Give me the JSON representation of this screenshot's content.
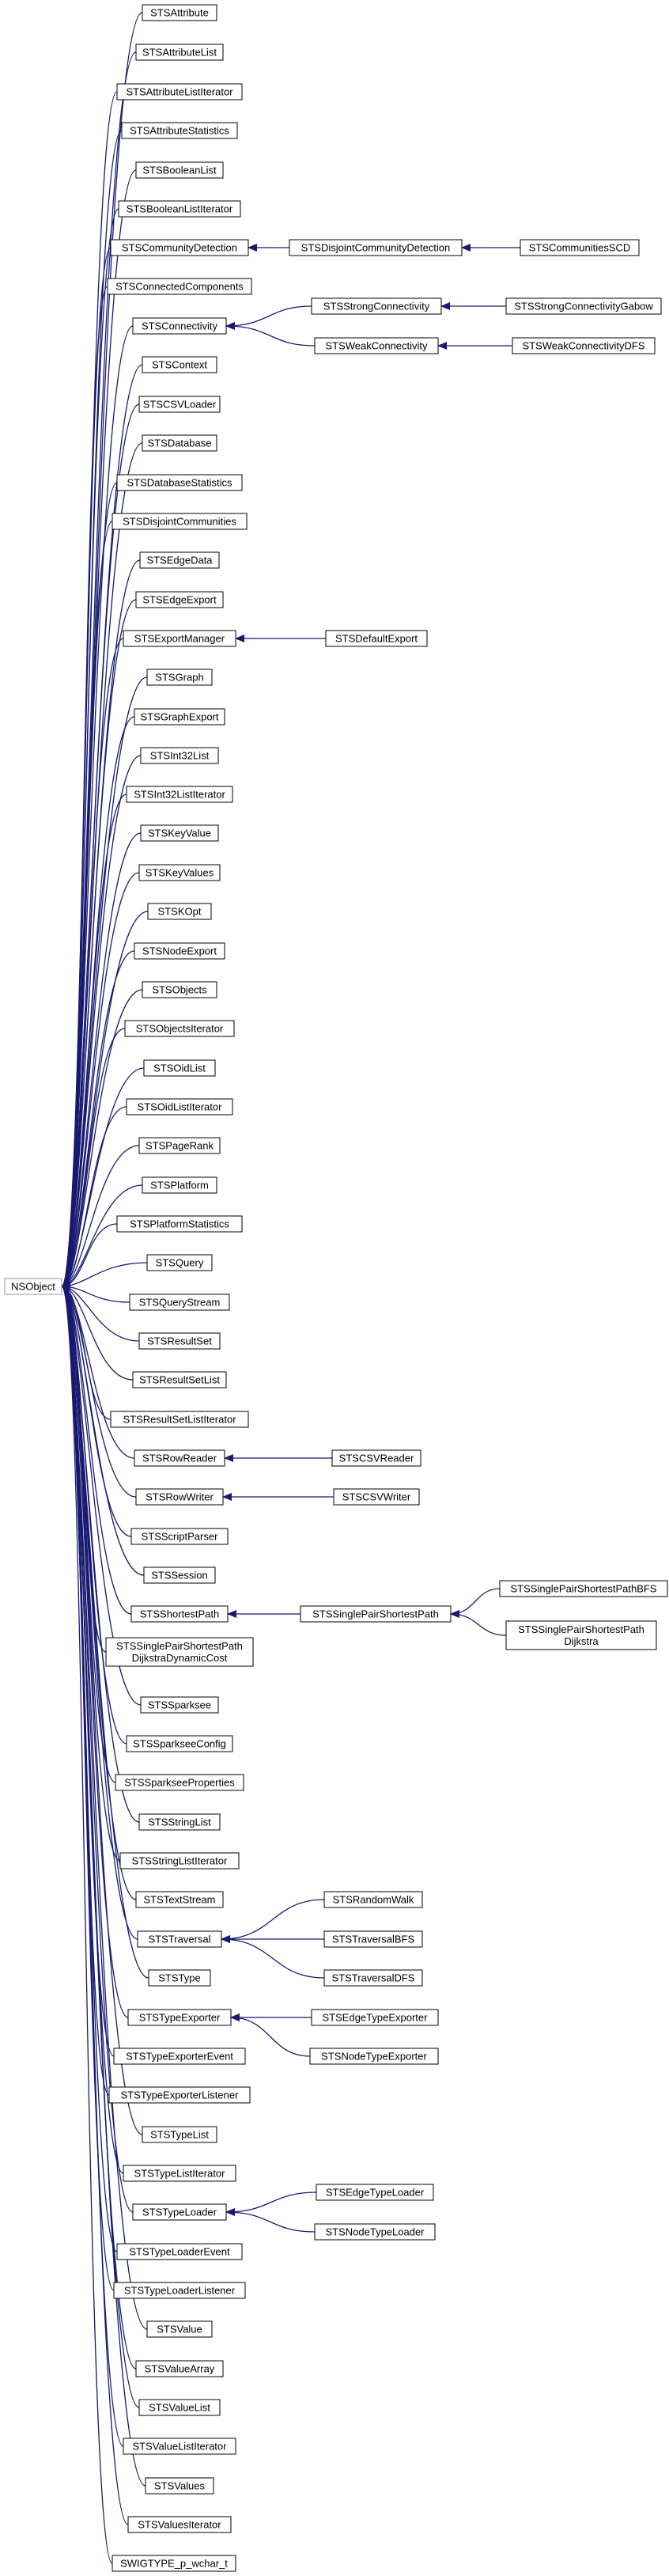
{
  "diagram": {
    "root": "NSObject",
    "nodes": [
      {
        "id": "NSObject",
        "label": [
          "NSObject"
        ]
      },
      {
        "id": "STSAttribute",
        "label": [
          "STSAttribute"
        ]
      },
      {
        "id": "STSAttributeList",
        "label": [
          "STSAttributeList"
        ]
      },
      {
        "id": "STSAttributeListIterator",
        "label": [
          "STSAttributeListIterator"
        ]
      },
      {
        "id": "STSAttributeStatistics",
        "label": [
          "STSAttributeStatistics"
        ]
      },
      {
        "id": "STSBooleanList",
        "label": [
          "STSBooleanList"
        ]
      },
      {
        "id": "STSBooleanListIterator",
        "label": [
          "STSBooleanListIterator"
        ]
      },
      {
        "id": "STSCommunityDetection",
        "label": [
          "STSCommunityDetection"
        ]
      },
      {
        "id": "STSDisjointCommunityDetection",
        "label": [
          "STSDisjointCommunityDetection"
        ]
      },
      {
        "id": "STSCommunitiesSCD",
        "label": [
          "STSCommunitiesSCD"
        ]
      },
      {
        "id": "STSConnectedComponents",
        "label": [
          "STSConnectedComponents"
        ]
      },
      {
        "id": "STSConnectivity",
        "label": [
          "STSConnectivity"
        ]
      },
      {
        "id": "STSStrongConnectivity",
        "label": [
          "STSStrongConnectivity"
        ]
      },
      {
        "id": "STSStrongConnectivityGabow",
        "label": [
          "STSStrongConnectivityGabow"
        ]
      },
      {
        "id": "STSWeakConnectivity",
        "label": [
          "STSWeakConnectivity"
        ]
      },
      {
        "id": "STSWeakConnectivityDFS",
        "label": [
          "STSWeakConnectivityDFS"
        ]
      },
      {
        "id": "STSContext",
        "label": [
          "STSContext"
        ]
      },
      {
        "id": "STSCSVLoader",
        "label": [
          "STSCSVLoader"
        ]
      },
      {
        "id": "STSDatabase",
        "label": [
          "STSDatabase"
        ]
      },
      {
        "id": "STSDatabaseStatistics",
        "label": [
          "STSDatabaseStatistics"
        ]
      },
      {
        "id": "STSDisjointCommunities",
        "label": [
          "STSDisjointCommunities"
        ]
      },
      {
        "id": "STSEdgeData",
        "label": [
          "STSEdgeData"
        ]
      },
      {
        "id": "STSEdgeExport",
        "label": [
          "STSEdgeExport"
        ]
      },
      {
        "id": "STSExportManager",
        "label": [
          "STSExportManager"
        ]
      },
      {
        "id": "STSDefaultExport",
        "label": [
          "STSDefaultExport"
        ]
      },
      {
        "id": "STSGraph",
        "label": [
          "STSGraph"
        ]
      },
      {
        "id": "STSGraphExport",
        "label": [
          "STSGraphExport"
        ]
      },
      {
        "id": "STSInt32List",
        "label": [
          "STSInt32List"
        ]
      },
      {
        "id": "STSInt32ListIterator",
        "label": [
          "STSInt32ListIterator"
        ]
      },
      {
        "id": "STSKeyValue",
        "label": [
          "STSKeyValue"
        ]
      },
      {
        "id": "STSKeyValues",
        "label": [
          "STSKeyValues"
        ]
      },
      {
        "id": "STSKOpt",
        "label": [
          "STSKOpt"
        ]
      },
      {
        "id": "STSNodeExport",
        "label": [
          "STSNodeExport"
        ]
      },
      {
        "id": "STSObjects",
        "label": [
          "STSObjects"
        ]
      },
      {
        "id": "STSObjectsIterator",
        "label": [
          "STSObjectsIterator"
        ]
      },
      {
        "id": "STSOidList",
        "label": [
          "STSOidList"
        ]
      },
      {
        "id": "STSOidListIterator",
        "label": [
          "STSOidListIterator"
        ]
      },
      {
        "id": "STSPageRank",
        "label": [
          "STSPageRank"
        ]
      },
      {
        "id": "STSPlatform",
        "label": [
          "STSPlatform"
        ]
      },
      {
        "id": "STSPlatformStatistics",
        "label": [
          "STSPlatformStatistics"
        ]
      },
      {
        "id": "STSQuery",
        "label": [
          "STSQuery"
        ]
      },
      {
        "id": "STSQueryStream",
        "label": [
          "STSQueryStream"
        ]
      },
      {
        "id": "STSResultSet",
        "label": [
          "STSResultSet"
        ]
      },
      {
        "id": "STSResultSetList",
        "label": [
          "STSResultSetList"
        ]
      },
      {
        "id": "STSResultSetListIterator",
        "label": [
          "STSResultSetListIterator"
        ]
      },
      {
        "id": "STSRowReader",
        "label": [
          "STSRowReader"
        ]
      },
      {
        "id": "STSCSVReader",
        "label": [
          "STSCSVReader"
        ]
      },
      {
        "id": "STSRowWriter",
        "label": [
          "STSRowWriter"
        ]
      },
      {
        "id": "STSCSVWriter",
        "label": [
          "STSCSVWriter"
        ]
      },
      {
        "id": "STSScriptParser",
        "label": [
          "STSScriptParser"
        ]
      },
      {
        "id": "STSSession",
        "label": [
          "STSSession"
        ]
      },
      {
        "id": "STSShortestPath",
        "label": [
          "STSShortestPath"
        ]
      },
      {
        "id": "STSSinglePairShortestPath",
        "label": [
          "STSSinglePairShortestPath"
        ]
      },
      {
        "id": "STSSinglePairShortestPathBFS",
        "label": [
          "STSSinglePairShortestPathBFS"
        ]
      },
      {
        "id": "STSSinglePairShortestPathDijkstra",
        "label": [
          "STSSinglePairShortestPath",
          "Dijkstra"
        ]
      },
      {
        "id": "STSSinglePairShortestPathDijkstraDynamicCost",
        "label": [
          "STSSinglePairShortestPath",
          "DijkstraDynamicCost"
        ]
      },
      {
        "id": "STSSparksee",
        "label": [
          "STSSparksee"
        ]
      },
      {
        "id": "STSSparkseeConfig",
        "label": [
          "STSSparkseeConfig"
        ]
      },
      {
        "id": "STSSparkseeProperties",
        "label": [
          "STSSparkseeProperties"
        ]
      },
      {
        "id": "STSStringList",
        "label": [
          "STSStringList"
        ]
      },
      {
        "id": "STSStringListIterator",
        "label": [
          "STSStringListIterator"
        ]
      },
      {
        "id": "STSTextStream",
        "label": [
          "STSTextStream"
        ]
      },
      {
        "id": "STSTraversal",
        "label": [
          "STSTraversal"
        ]
      },
      {
        "id": "STSRandomWalk",
        "label": [
          "STSRandomWalk"
        ]
      },
      {
        "id": "STSTraversalBFS",
        "label": [
          "STSTraversalBFS"
        ]
      },
      {
        "id": "STSTraversalDFS",
        "label": [
          "STSTraversalDFS"
        ]
      },
      {
        "id": "STSType",
        "label": [
          "STSType"
        ]
      },
      {
        "id": "STSTypeExporter",
        "label": [
          "STSTypeExporter"
        ]
      },
      {
        "id": "STSEdgeTypeExporter",
        "label": [
          "STSEdgeTypeExporter"
        ]
      },
      {
        "id": "STSNodeTypeExporter",
        "label": [
          "STSNodeTypeExporter"
        ]
      },
      {
        "id": "STSTypeExporterEvent",
        "label": [
          "STSTypeExporterEvent"
        ]
      },
      {
        "id": "STSTypeExporterListener",
        "label": [
          "STSTypeExporterListener"
        ]
      },
      {
        "id": "STSTypeList",
        "label": [
          "STSTypeList"
        ]
      },
      {
        "id": "STSTypeListIterator",
        "label": [
          "STSTypeListIterator"
        ]
      },
      {
        "id": "STSTypeLoader",
        "label": [
          "STSTypeLoader"
        ]
      },
      {
        "id": "STSEdgeTypeLoader",
        "label": [
          "STSEdgeTypeLoader"
        ]
      },
      {
        "id": "STSNodeTypeLoader",
        "label": [
          "STSNodeTypeLoader"
        ]
      },
      {
        "id": "STSTypeLoaderEvent",
        "label": [
          "STSTypeLoaderEvent"
        ]
      },
      {
        "id": "STSTypeLoaderListener",
        "label": [
          "STSTypeLoaderListener"
        ]
      },
      {
        "id": "STSValue",
        "label": [
          "STSValue"
        ]
      },
      {
        "id": "STSValueArray",
        "label": [
          "STSValueArray"
        ]
      },
      {
        "id": "STSValueList",
        "label": [
          "STSValueList"
        ]
      },
      {
        "id": "STSValueListIterator",
        "label": [
          "STSValueListIterator"
        ]
      },
      {
        "id": "STSValues",
        "label": [
          "STSValues"
        ]
      },
      {
        "id": "STSValuesIterator",
        "label": [
          "STSValuesIterator"
        ]
      },
      {
        "id": "SWIGTYPE_p_wchar_t",
        "label": [
          "SWIGTYPE_p_wchar_t"
        ]
      }
    ],
    "edges": [
      {
        "from": "STSDisjointCommunityDetection",
        "to": "STSCommunityDetection"
      },
      {
        "from": "STSCommunitiesSCD",
        "to": "STSDisjointCommunityDetection"
      },
      {
        "from": "STSStrongConnectivity",
        "to": "STSConnectivity"
      },
      {
        "from": "STSWeakConnectivity",
        "to": "STSConnectivity"
      },
      {
        "from": "STSStrongConnectivityGabow",
        "to": "STSStrongConnectivity"
      },
      {
        "from": "STSWeakConnectivityDFS",
        "to": "STSWeakConnectivity"
      },
      {
        "from": "STSDefaultExport",
        "to": "STSExportManager"
      },
      {
        "from": "STSCSVReader",
        "to": "STSRowReader"
      },
      {
        "from": "STSCSVWriter",
        "to": "STSRowWriter"
      },
      {
        "from": "STSSinglePairShortestPath",
        "to": "STSShortestPath"
      },
      {
        "from": "STSSinglePairShortestPathBFS",
        "to": "STSSinglePairShortestPath"
      },
      {
        "from": "STSSinglePairShortestPathDijkstra",
        "to": "STSSinglePairShortestPath"
      },
      {
        "from": "STSRandomWalk",
        "to": "STSTraversal"
      },
      {
        "from": "STSTraversalBFS",
        "to": "STSTraversal"
      },
      {
        "from": "STSTraversalDFS",
        "to": "STSTraversal"
      },
      {
        "from": "STSEdgeTypeExporter",
        "to": "STSTypeExporter"
      },
      {
        "from": "STSNodeTypeExporter",
        "to": "STSTypeExporter"
      },
      {
        "from": "STSEdgeTypeLoader",
        "to": "STSTypeLoader"
      },
      {
        "from": "STSNodeTypeLoader",
        "to": "STSTypeLoader"
      }
    ],
    "colors": {
      "edge": "#191970",
      "box_border": "#000000",
      "root_border": "#9a9a9a",
      "background": "#ffffff"
    }
  }
}
